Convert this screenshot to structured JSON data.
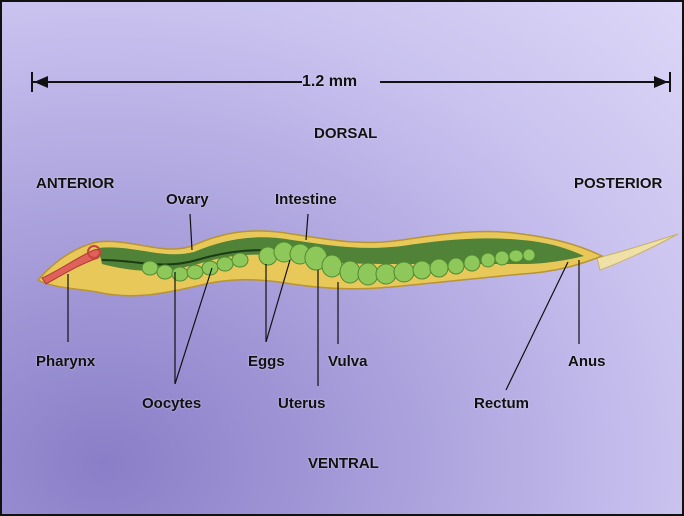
{
  "scale": {
    "label": "1.2 mm"
  },
  "orientation": {
    "dorsal": "DORSAL",
    "ventral": "VENTRAL",
    "anterior": "ANTERIOR",
    "posterior": "POSTERIOR"
  },
  "parts": {
    "ovary": "Ovary",
    "intestine": "Intestine",
    "pharynx": "Pharynx",
    "oocytes": "Oocytes",
    "eggs": "Eggs",
    "uterus": "Uterus",
    "vulva": "Vulva",
    "rectum": "Rectum",
    "anus": "Anus"
  },
  "colors": {
    "body": "#e9c85a",
    "body_edge": "#c9a53a",
    "intestine": "#4a8a3a",
    "eggs": "#8ec85a",
    "pharynx": "#e0605a"
  }
}
